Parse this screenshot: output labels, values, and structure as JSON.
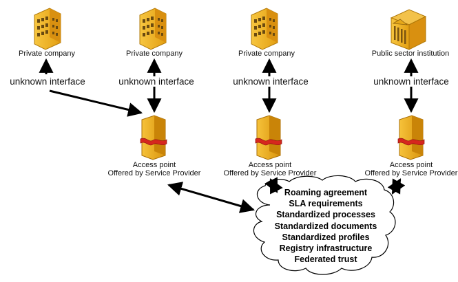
{
  "organizations": [
    {
      "label": "Private company",
      "icon": "office-building-icon"
    },
    {
      "label": "Private company",
      "icon": "office-building-icon"
    },
    {
      "label": "Private company",
      "icon": "office-building-icon"
    },
    {
      "label": "Public sector institution",
      "icon": "government-building-icon"
    }
  ],
  "interfaces": [
    "unknown interface",
    "unknown interface",
    "unknown interface",
    "unknown interface"
  ],
  "access_points": [
    {
      "title": "Access point",
      "subtitle": "Offered by Service Provider",
      "icon": "server-tower-icon"
    },
    {
      "title": "Access point",
      "subtitle": "Offered by Service Provider",
      "icon": "server-tower-icon"
    },
    {
      "title": "Access point",
      "subtitle": "Offered by Service Provider",
      "icon": "server-tower-icon"
    }
  ],
  "cloud": {
    "icon": "cloud-shape",
    "items": [
      "Roaming agreement",
      "SLA requirements",
      "Standardized processes",
      "Standardized documents",
      "Standardized profiles",
      "Registry infrastructure",
      "Federated trust"
    ]
  },
  "colors": {
    "building_fill": "#f2b21c",
    "building_dark": "#c98a0a",
    "band_red": "#d6261e",
    "arrow": "#000000"
  }
}
